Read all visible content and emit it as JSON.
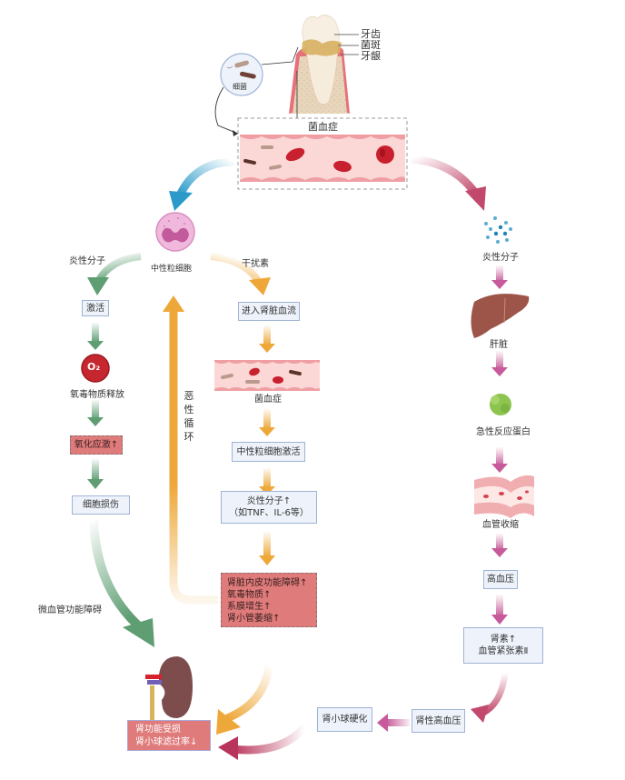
{
  "colors": {
    "blue_arrow": "#2b9ac9",
    "pink_arrow": "#c2496b",
    "green_arrow": "#5e9e72",
    "orange_arrow": "#eea83a",
    "box_fill": "#eef3fb",
    "box_border": "#9fb3d3",
    "red_box": "#e07b7b"
  },
  "tooth": {
    "labels": [
      "牙齿",
      "菌斑",
      "牙龈"
    ],
    "bacteria_label": "细菌"
  },
  "top_vessel": {
    "title": "菌血症"
  },
  "neutrophil": {
    "label": "中性粒细胞"
  },
  "left_branch": {
    "entry_label": "炎性分子",
    "activate": "激活",
    "o2_glyph": "O₂",
    "oxygen_release": "氧毒物质释放",
    "oxidative_stress": "氧化应激↑",
    "cell_damage": "细胞损伤",
    "microvascular": "微血管功能障碍"
  },
  "middle_branch": {
    "entry_label": "干扰素",
    "enter_kidney": "进入肾脏血流",
    "bacteremia": "菌血症",
    "neutrophil_activation": "中性粒细胞激活",
    "inflammatory_line1": "炎性分子↑",
    "inflammatory_line2": "（如TNF、IL-6等）",
    "effects": [
      "肾脏内皮功能障碍↑",
      "氧毒物质↑",
      "系膜增生↑",
      "肾小管萎缩↑"
    ],
    "vicious_cycle": [
      "恶",
      "性",
      "循",
      "环"
    ]
  },
  "right_branch": {
    "inflammatory": "炎性分子",
    "liver": "肝脏",
    "acute_protein": "急性反应蛋白",
    "vasoconstriction": "血管收缩",
    "hypertension": "高血压",
    "renin_line1": "肾素↑",
    "renin_line2": "血管紧张素Ⅱ",
    "renal_hypertension": "肾性高血压",
    "glomerulosclerosis": "肾小球硬化"
  },
  "kidney": {
    "line1": "肾功能受损",
    "line2": "肾小球滤过率↓"
  }
}
